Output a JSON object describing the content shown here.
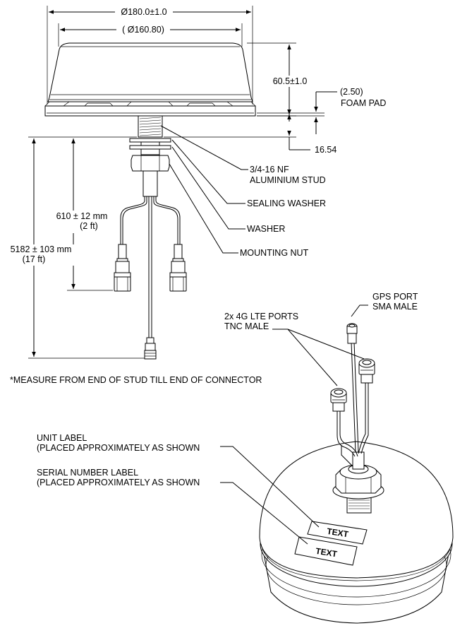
{
  "dimensions": {
    "outer_diameter": "Ø180.0±1.0",
    "inner_diameter": "( Ø160.80)",
    "height": "60.5±1.0",
    "foam_pad_thickness": "(2.50)",
    "foam_pad_label": "FOAM PAD",
    "stud_length": "16.54",
    "short_cable_length": "610 ± 12 mm",
    "short_cable_length_ft": "(2 ft)",
    "long_cable_length": "5182 ± 103 mm",
    "long_cable_length_ft": "(17 ft)"
  },
  "callouts": {
    "stud_line1": "3/4-16 NF",
    "stud_line2": "ALUMINIUM STUD",
    "sealing_washer": "SEALING WASHER",
    "washer": "WASHER",
    "mounting_nut": "MOUNTING NUT",
    "gps_port_line1": "GPS PORT",
    "gps_port_line2": "SMA MALE",
    "lte_ports_line1": "2x 4G LTE PORTS",
    "lte_ports_line2": "TNC MALE",
    "unit_label_line1": "UNIT LABEL",
    "unit_label_line2": "(PLACED APPROXIMATELY AS SHOWN",
    "serial_label_line1": "SERIAL NUMBER LABEL",
    "serial_label_line2": "(PLACED APPROXIMATELY AS SHOWN"
  },
  "note": "*MEASURE FROM END OF STUD TILL END OF CONNECTOR",
  "label_texts": {
    "unit_label": "TEXT",
    "serial_label": "TEXT"
  }
}
